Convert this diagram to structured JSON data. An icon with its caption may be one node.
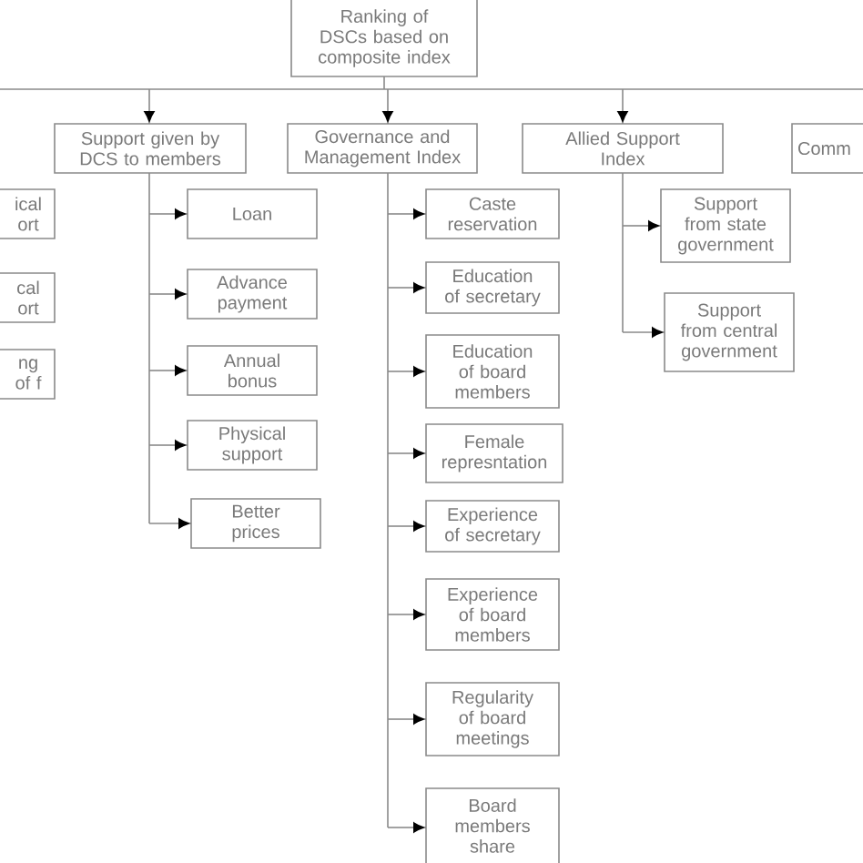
{
  "diagram": {
    "nodes": [
      {
        "text": [
          "Ranking of DSCs based on composite index"
        ]
      },
      {
        "text": [
          "Support given by DCS to members"
        ]
      },
      {
        "text": [
          "Governance and Management Index"
        ]
      },
      {
        "text": [
          "Allied Support Index"
        ]
      },
      {
        "text": [
          "Comm"
        ]
      },
      {
        "text": [
          "ical ort"
        ]
      },
      {
        "text": [
          "cal ort"
        ]
      },
      {
        "text": [
          "ng of f"
        ]
      },
      {
        "text": [
          "Loan"
        ]
      },
      {
        "text": [
          "Advance payment"
        ]
      },
      {
        "text": [
          "Annual bonus"
        ]
      },
      {
        "text": [
          "Physical support"
        ]
      },
      {
        "text": [
          "Better prices"
        ]
      },
      {
        "text": [
          "Caste reservation"
        ]
      },
      {
        "text": [
          "Education of secretary"
        ]
      },
      {
        "text": [
          "Education of board members"
        ]
      },
      {
        "text": [
          "Female represntation"
        ]
      },
      {
        "text": [
          "Experience of secretary"
        ]
      },
      {
        "text": [
          "Experience of board members"
        ]
      },
      {
        "text": [
          "Regularity of board meetings"
        ]
      },
      {
        "text": [
          "Board members share"
        ]
      },
      {
        "text": [
          "Support from state government"
        ]
      },
      {
        "text": [
          "Support from central government"
        ]
      }
    ],
    "edges": [
      {
        "from": 0,
        "to": 1,
        "arrow": "to"
      },
      {
        "from": 0,
        "to": 2,
        "arrow": "to"
      },
      {
        "from": 0,
        "to": 3,
        "arrow": "to"
      },
      {
        "from": 1,
        "to": 8,
        "arrow": "to"
      },
      {
        "from": 1,
        "to": 9,
        "arrow": "to"
      },
      {
        "from": 1,
        "to": 10,
        "arrow": "to"
      },
      {
        "from": 1,
        "to": 11,
        "arrow": "to"
      },
      {
        "from": 1,
        "to": 12,
        "arrow": "to"
      },
      {
        "from": 2,
        "to": 13,
        "arrow": "to"
      },
      {
        "from": 2,
        "to": 14,
        "arrow": "to"
      },
      {
        "from": 2,
        "to": 15,
        "arrow": "to"
      },
      {
        "from": 2,
        "to": 16,
        "arrow": "to"
      },
      {
        "from": 2,
        "to": 17,
        "arrow": "to"
      },
      {
        "from": 2,
        "to": 18,
        "arrow": "to"
      },
      {
        "from": 2,
        "to": 19,
        "arrow": "to"
      },
      {
        "from": 2,
        "to": 20,
        "arrow": "to"
      },
      {
        "from": 3,
        "to": 21,
        "arrow": "to"
      },
      {
        "from": 3,
        "to": 22,
        "arrow": "to"
      }
    ]
  }
}
